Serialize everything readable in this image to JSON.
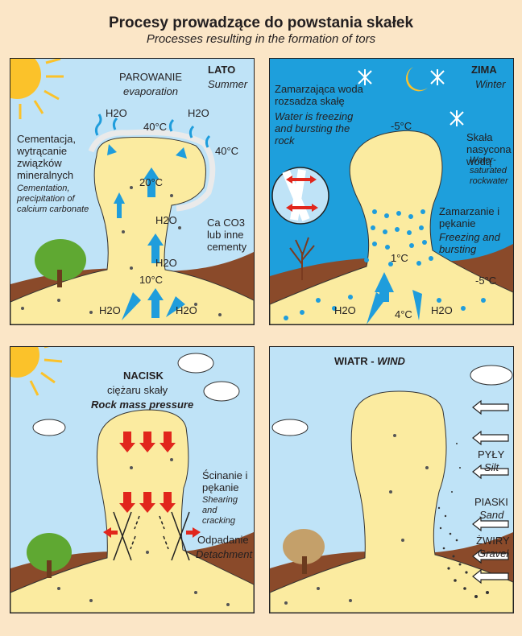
{
  "title": "Procesy prowadzące do powstania skałek",
  "subtitle": "Processes resulting in the formation of tors",
  "summer": {
    "season_pl": "LATO",
    "season_en": "Summer",
    "evap_pl": "PAROWANIE",
    "evap_en": "evaporation",
    "cement_pl": "Cementacja, wytrącanie związków mineralnych",
    "cement_en": "Cementation, precipitation of calcium carbonate",
    "caco3": "Ca CO3 lub inne cementy",
    "h2o": "H2O",
    "temps": [
      "40°C",
      "40°C",
      "20°C",
      "10°C"
    ]
  },
  "winter": {
    "season_pl": "ZIMA",
    "season_en": "Winter",
    "freeze_pl": "Zamarzająca woda rozsadza skałę",
    "freeze_en": "Water is freezing and bursting the rock",
    "saturated_pl": "Skała nasycona wodą",
    "saturated_en": "Water-saturated rockwater",
    "burst_pl": "Zamarzanie i pękanie",
    "burst_en": "Freezing and bursting",
    "temps": [
      "-5°C",
      "1°C",
      "4°C",
      "-5°C"
    ],
    "h2o": "H2O"
  },
  "pressure": {
    "title_pl": "NACISK",
    "title2_pl": "ciężaru skały",
    "title_en": "Rock mass pressure",
    "shear_pl": "Ścinanie i pękanie",
    "shear_en": "Shearing and cracking",
    "detach_pl": "Odpadanie",
    "detach_en": "Detachment"
  },
  "wind": {
    "title_pl": "WIATR",
    "title_en": "WIND",
    "silt_pl": "PYŁY",
    "silt_en": "Silt",
    "sand_pl": "PIASKI",
    "sand_en": "Sand",
    "gravel_pl": "ŻWIRY",
    "gravel_en": "Gravel"
  },
  "colors": {
    "background": "#fbe6c7",
    "summer_sky": "#bfe3f7",
    "winter_sky": "#1e9fdc",
    "rock": "#fbeba0",
    "ground": "#8a4a2a",
    "tree": "#5fa832",
    "sun": "#fbc22a",
    "arrow": "#1f9ddc",
    "red": "#e1261c"
  }
}
